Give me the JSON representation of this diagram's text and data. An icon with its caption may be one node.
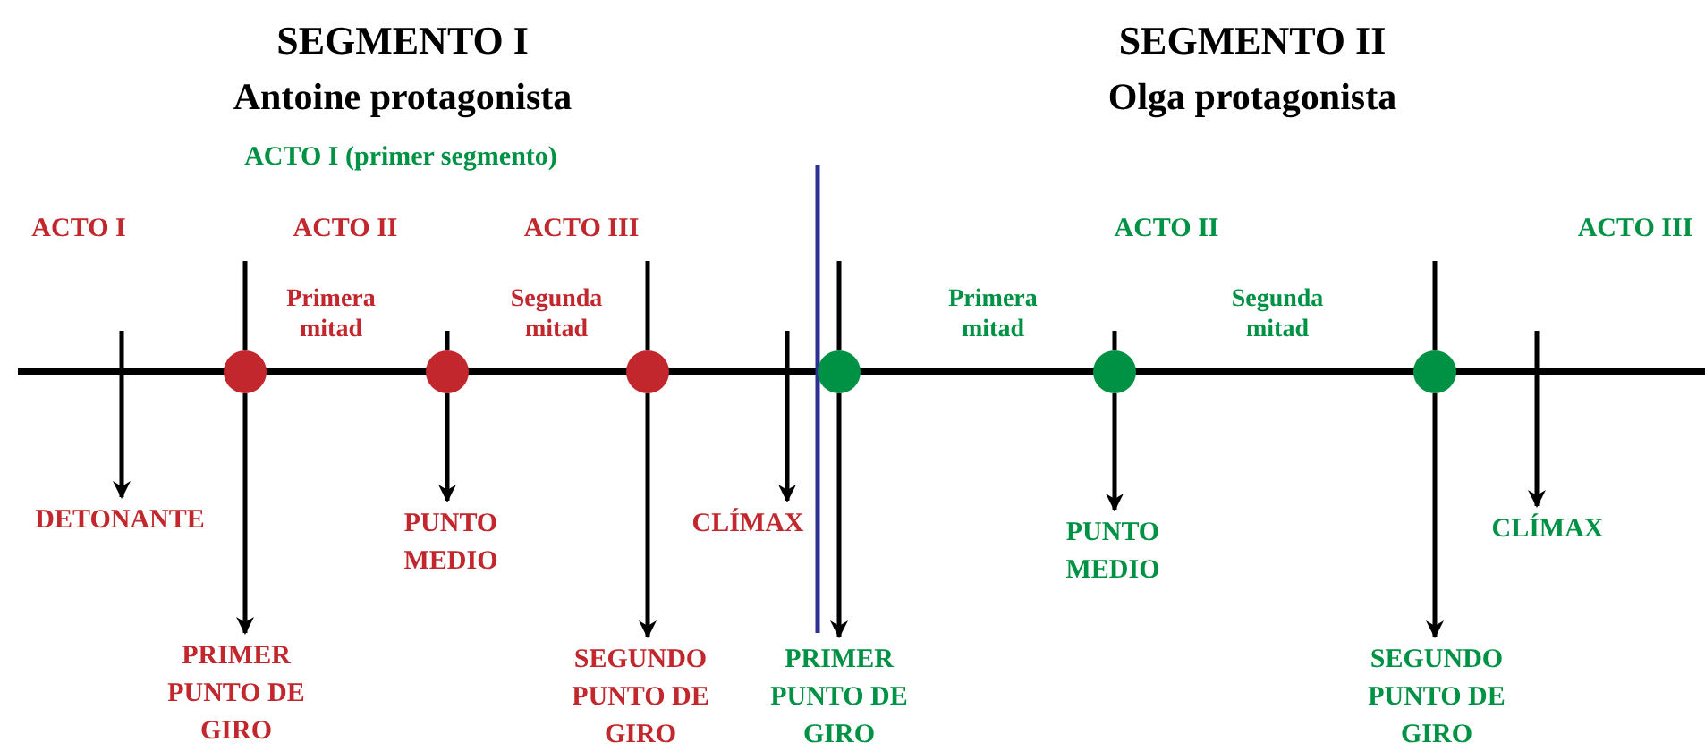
{
  "diagram": {
    "nodes": [
      {
        "text": [],
        "shape": "circle"
      },
      {
        "text": [],
        "shape": "circle"
      },
      {
        "text": [],
        "shape": "circle"
      },
      {
        "text": [],
        "shape": "circle"
      },
      {
        "text": [],
        "shape": "circle"
      },
      {
        "text": [],
        "shape": "circle"
      },
      {
        "text": [
          "DETONANTE"
        ]
      },
      {
        "text": [
          "PRIMER PUNTO DE GIRO"
        ]
      },
      {
        "text": [
          "PUNTO MEDIO"
        ]
      },
      {
        "text": [
          "SEGUNDO PUNTO DE GIRO"
        ]
      },
      {
        "text": [
          "CLÍMAX"
        ]
      },
      {
        "text": [
          "PRIMER PUNTO DE GIRO"
        ]
      },
      {
        "text": [
          "PUNTO MEDIO"
        ]
      },
      {
        "text": [
          "SEGUNDO PUNTO DE GIRO"
        ]
      },
      {
        "text": [
          "CLÍMAX"
        ]
      }
    ],
    "edges": [
      {
        "from": 0,
        "to": 7,
        "arrow": "to"
      },
      {
        "from": 1,
        "to": 8,
        "arrow": "to"
      },
      {
        "from": 2,
        "to": 9,
        "arrow": "to"
      },
      {
        "from": 3,
        "to": 11,
        "arrow": "to"
      },
      {
        "from": 4,
        "to": 12,
        "arrow": "to"
      },
      {
        "from": 5,
        "to": 13,
        "arrow": "to"
      },
      {
        "from": null,
        "to": 6,
        "arrow": "to"
      },
      {
        "from": null,
        "to": 10,
        "arrow": "to"
      },
      {
        "from": null,
        "to": 14,
        "arrow": "to"
      }
    ],
    "labels": [
      "SEGMENTO I",
      "Antoine protagonista",
      "SEGMENTO II",
      "Olga protagonista",
      "ACTO I (primer segmento)",
      "ACTO I",
      "ACTO II",
      "ACTO III",
      "ACTO II",
      "ACTO III",
      "Primera mitad",
      "Segunda mitad",
      "Primera mitad",
      "Segunda mitad"
    ]
  }
}
